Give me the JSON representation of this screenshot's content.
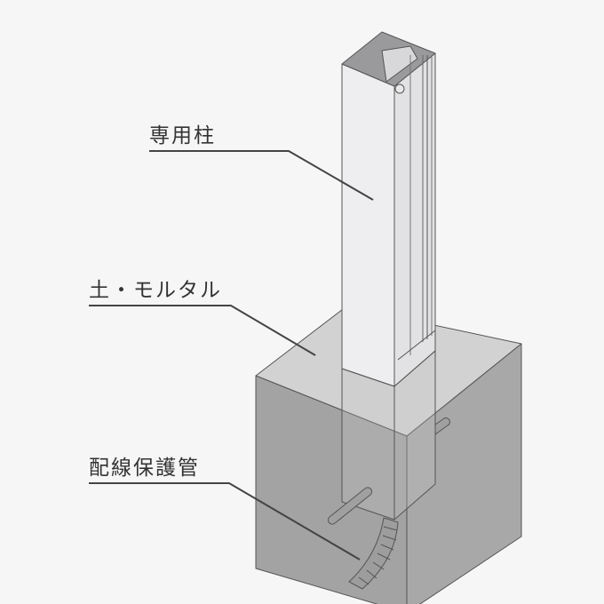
{
  "labels": {
    "post": "専用柱",
    "soil_mortar": "土・モルタル",
    "conduit": "配線保護管"
  },
  "colors": {
    "background": "#f6f6f6",
    "block_top": "#d2d2d3",
    "block_left": "#a3a3a3",
    "block_right": "#a6a6a6",
    "post": "#eeeef0",
    "line": "#444444"
  }
}
